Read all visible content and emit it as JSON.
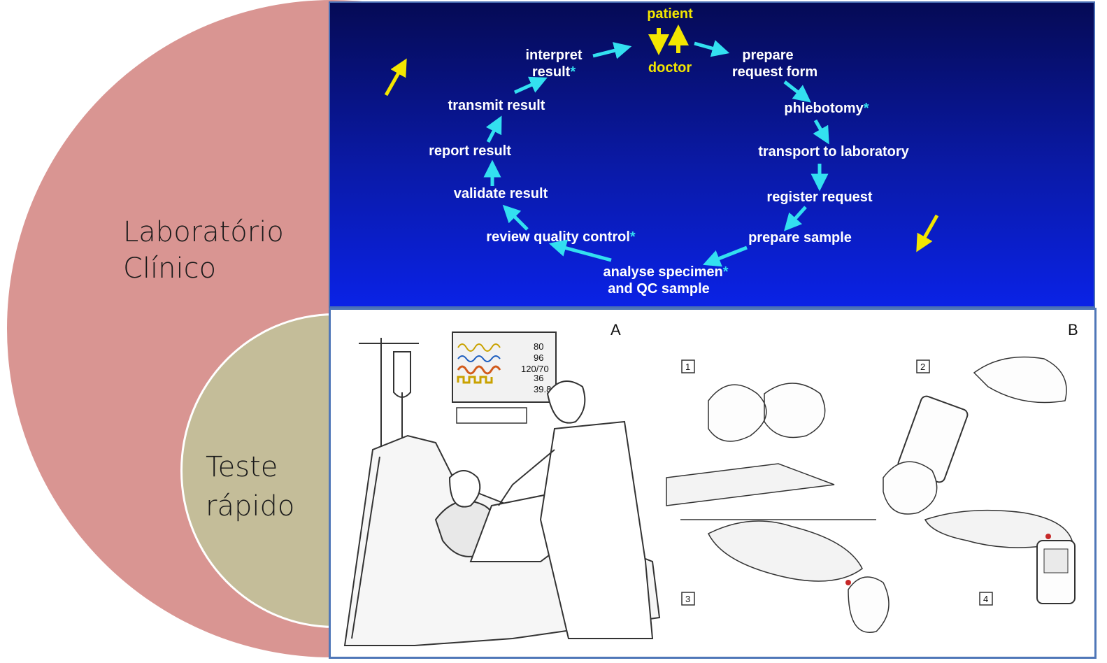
{
  "circles": {
    "large": {
      "label_line1": "Laboratório",
      "label_line2": "Clínico",
      "color": "#d99592"
    },
    "small": {
      "label_line1": "Teste",
      "label_line2": "rápido",
      "color": "#c4bd99"
    }
  },
  "flow": {
    "center_top": "patient",
    "center_bottom": "doctor",
    "left_steps": [
      {
        "line1": "interpret",
        "line2": "result",
        "asterisk": true
      },
      {
        "line1": "transmit result"
      },
      {
        "line1": "report result"
      },
      {
        "line1": "validate result"
      },
      {
        "line1": "review quality control",
        "asterisk": true
      }
    ],
    "right_steps": [
      {
        "line1": "prepare",
        "line2": "request form"
      },
      {
        "line1": "phlebotomy",
        "asterisk": true
      },
      {
        "line1": "transport to laboratory"
      },
      {
        "line1": "register request"
      },
      {
        "line1": "prepare sample"
      }
    ],
    "bottom_step": {
      "line1": "analyse specimen",
      "line2": "and QC sample",
      "asterisk": true
    },
    "asterisk": "*",
    "colors": {
      "label": "#ffffff",
      "center": "#f3e600",
      "arrow": "#33e0f0"
    }
  },
  "illustration": {
    "panel_a_label": "A",
    "panel_b_label": "B",
    "monitor_values": [
      "80",
      "96",
      "120/70",
      "36",
      "39.8"
    ],
    "steps": [
      "1",
      "2",
      "3",
      "4"
    ]
  }
}
